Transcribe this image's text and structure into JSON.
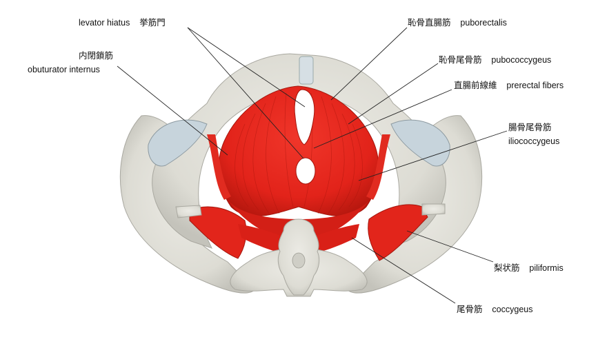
{
  "labels": {
    "levator_hiatus": {
      "en": "levator hiatus",
      "ja": "挙筋門"
    },
    "obturator_internus": {
      "ja": "内閉鎖筋",
      "en": "obuturator internus"
    },
    "puborectalis": {
      "ja": "恥骨直腸筋",
      "en": "puborectalis"
    },
    "pubococcygeus": {
      "ja": "恥骨尾骨筋",
      "en": "pubococcygeus"
    },
    "prerectal_fibers": {
      "ja": "直腸前線維",
      "en": "prerectal fibers"
    },
    "iliococcygeus": {
      "ja": "腸骨尾骨筋",
      "en": "iliococcygeus"
    },
    "piriformis": {
      "ja": "梨状筋",
      "en": "piliformis"
    },
    "coccygeus": {
      "ja": "尾骨筋",
      "en": "coccygeus"
    }
  },
  "colors": {
    "bone": "#e4e3dc",
    "bone_shadow": "#b9b8b0",
    "cartilage": "#c9d6dd",
    "muscle": "#e8261c",
    "muscle_dark": "#b51a12",
    "leader_line": "#222222"
  }
}
